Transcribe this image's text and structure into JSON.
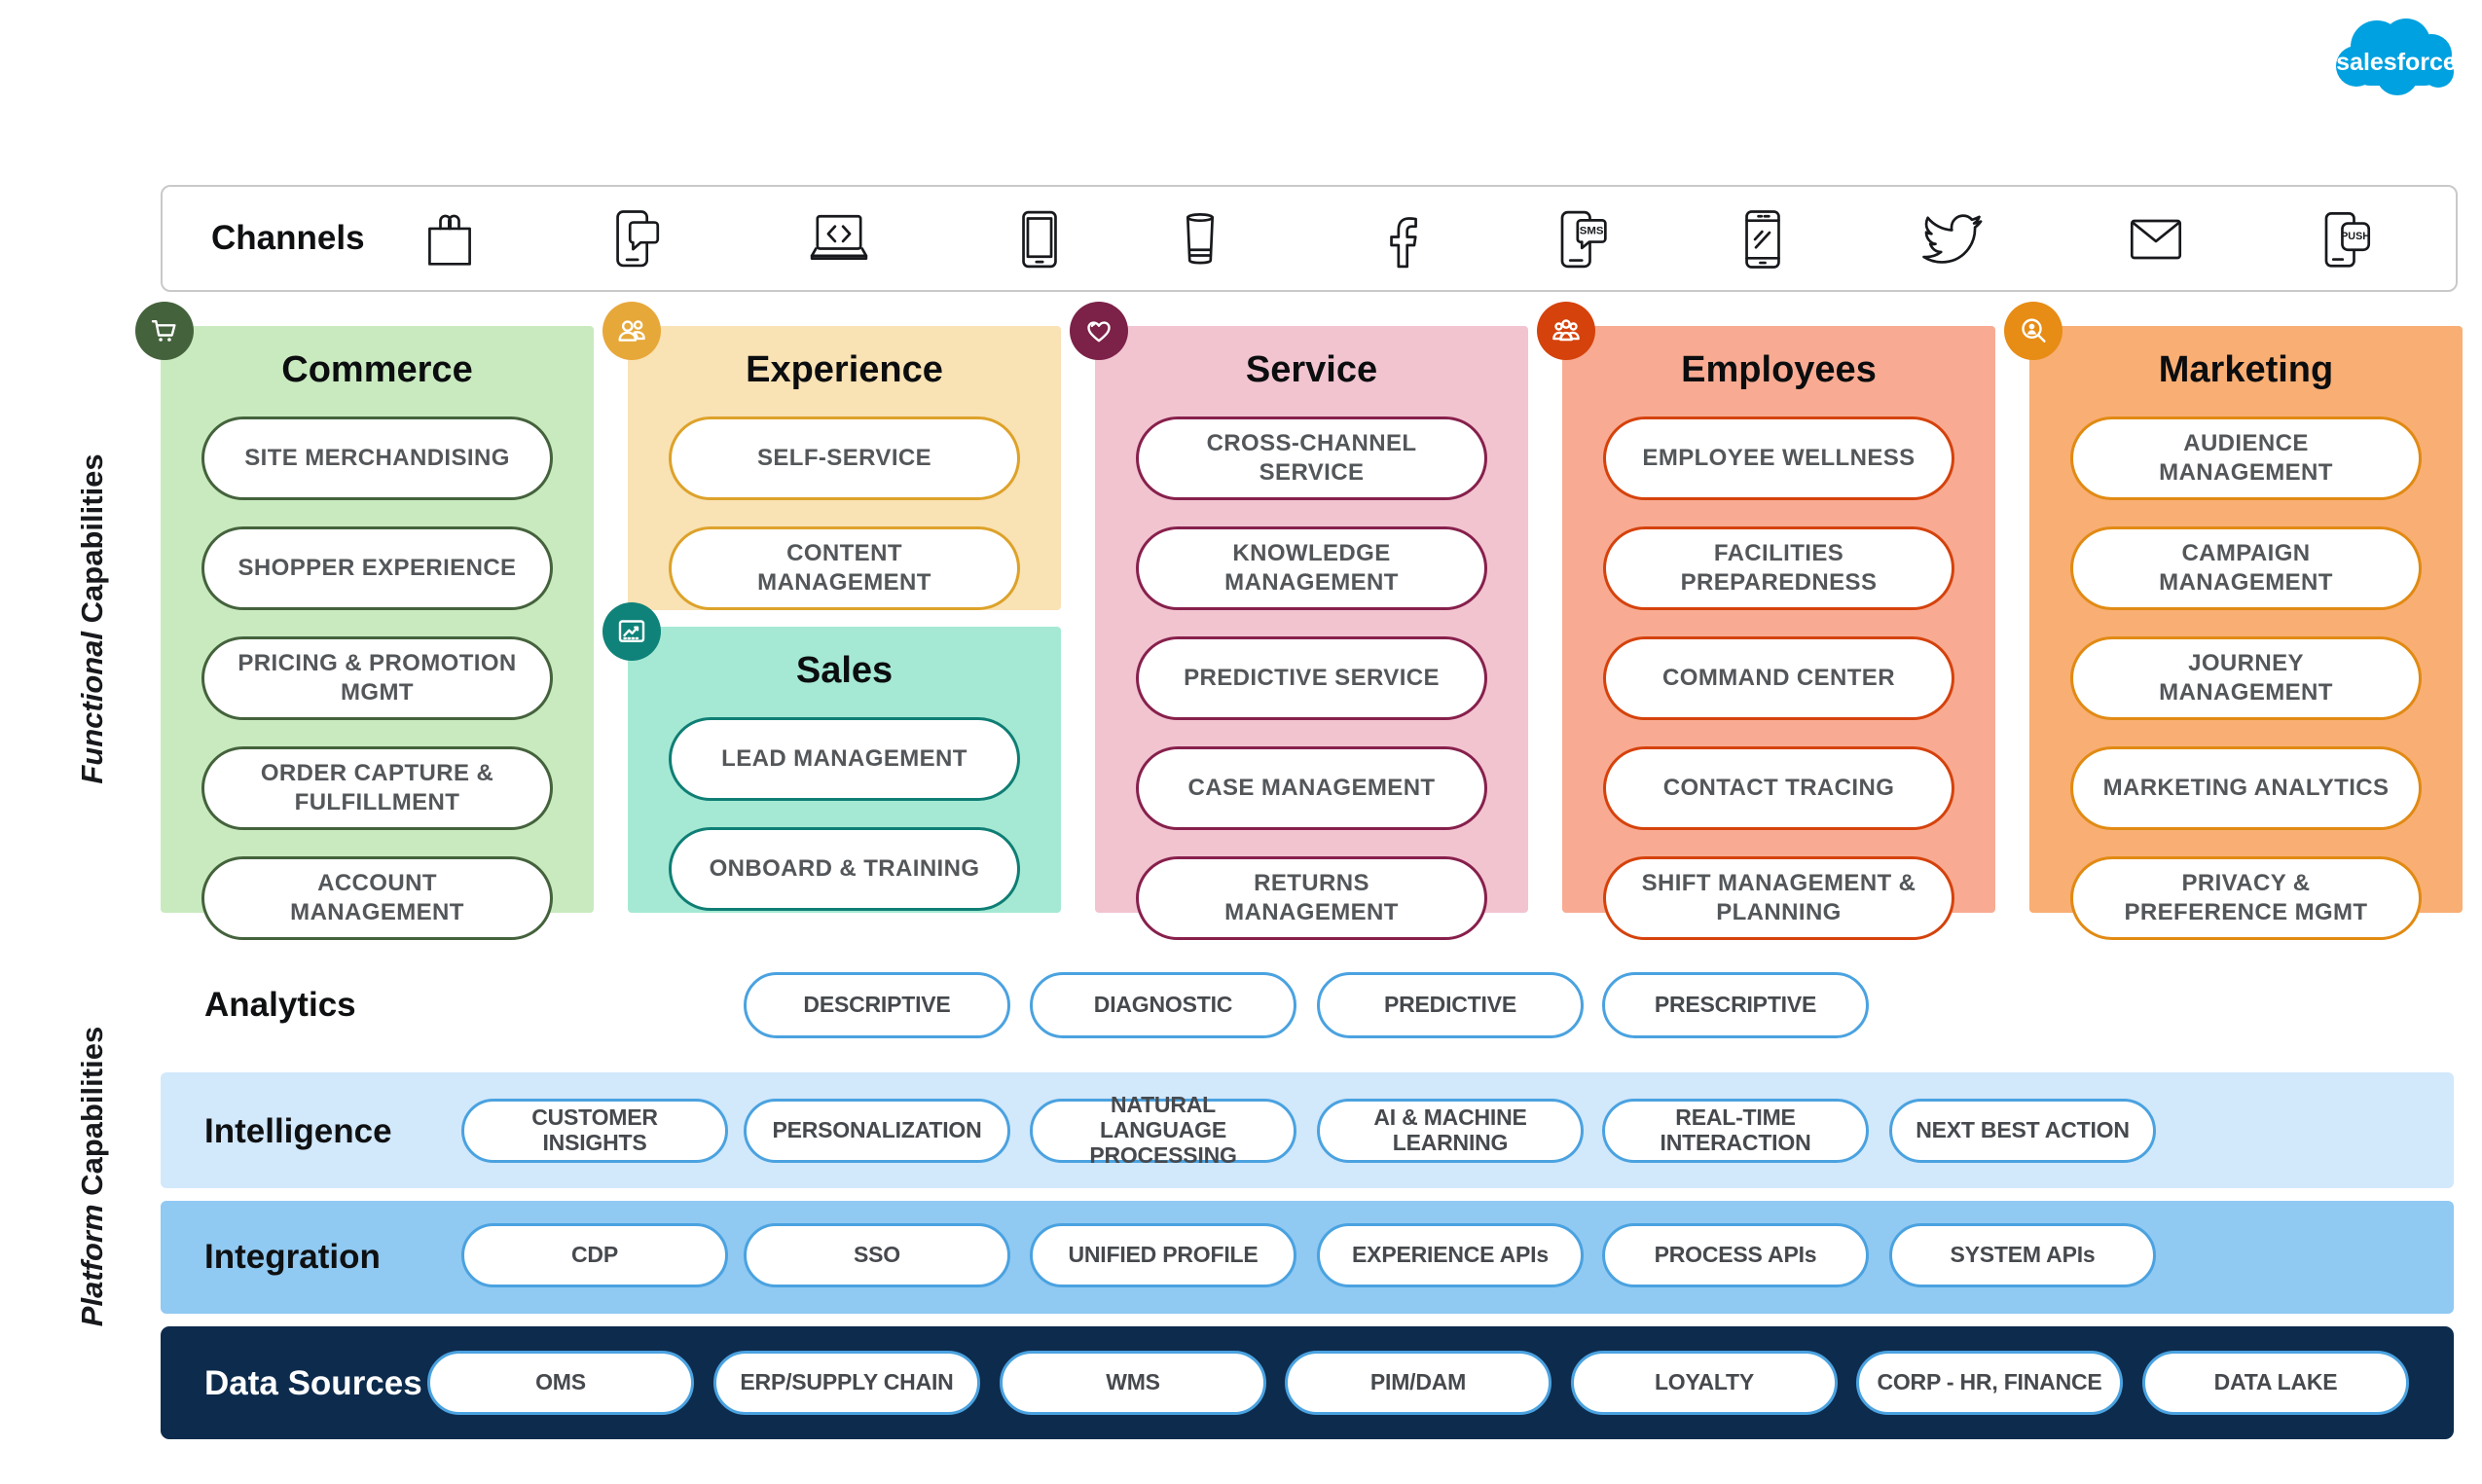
{
  "brand": {
    "logo_text": "salesforce",
    "logo_color": "#00A1E0"
  },
  "channels": {
    "label": "Channels",
    "icons": [
      {
        "name": "shopping-bag-icon"
      },
      {
        "name": "mobile-chat-icon"
      },
      {
        "name": "laptop-code-icon"
      },
      {
        "name": "tablet-icon"
      },
      {
        "name": "smart-speaker-icon"
      },
      {
        "name": "facebook-icon"
      },
      {
        "name": "sms-icon"
      },
      {
        "name": "mobile-device-icon"
      },
      {
        "name": "twitter-icon"
      },
      {
        "name": "email-icon"
      },
      {
        "name": "push-notification-icon"
      }
    ]
  },
  "side_labels": {
    "functional": {
      "italic": "Functional",
      "rest": "Capabilities"
    },
    "platform": {
      "italic": "Platform",
      "rest": "Capabilities"
    }
  },
  "functional_columns": [
    {
      "title": "Commerce",
      "badge_icon": "shopping-cart-icon",
      "bg": "#c9eabf",
      "accent": "#44623c",
      "items": [
        "SITE MERCHANDISING",
        "SHOPPER EXPERIENCE",
        "PRICING & PROMOTION MGMT",
        "ORDER CAPTURE & FULFILLMENT",
        "ACCOUNT MANAGEMENT"
      ]
    },
    {
      "title": "Experience",
      "badge_icon": "community-people-icon",
      "bg": "#f9e2b4",
      "accent": "#dda22a",
      "items": [
        "SELF-SERVICE",
        "CONTENT MANAGEMENT"
      ]
    },
    {
      "title": "Sales",
      "badge_icon": "growth-chart-icon",
      "bg": "#a5e9d4",
      "accent": "#0f7e74",
      "items": [
        "LEAD MANAGEMENT",
        "ONBOARD & TRAINING"
      ]
    },
    {
      "title": "Service",
      "badge_icon": "heart-icon",
      "bg": "#f2c4d0",
      "accent": "#87204c",
      "items": [
        "CROSS-CHANNEL SERVICE",
        "KNOWLEDGE MANAGEMENT",
        "PREDICTIVE SERVICE",
        "CASE MANAGEMENT",
        "RETURNS MANAGEMENT"
      ]
    },
    {
      "title": "Employees",
      "badge_icon": "people-group-icon",
      "bg": "#f8ab92",
      "accent": "#d5420c",
      "items": [
        "EMPLOYEE WELLNESS",
        "FACILITIES PREPAREDNESS",
        "COMMAND CENTER",
        "CONTACT TRACING",
        "SHIFT MANAGEMENT & PLANNING"
      ]
    },
    {
      "title": "Marketing",
      "badge_icon": "audience-search-icon",
      "bg": "#f9ae74",
      "accent": "#e18a13",
      "items": [
        "AUDIENCE MANAGEMENT",
        "CAMPAIGN MANAGEMENT",
        "JOURNEY MANAGEMENT",
        "MARKETING ANALYTICS",
        "PRIVACY & PREFERENCE MGMT"
      ]
    }
  ],
  "platform_rows": [
    {
      "label": "Analytics",
      "items": [
        "DESCRIPTIVE",
        "DIAGNOSTIC",
        "PREDICTIVE",
        "PRESCRIPTIVE"
      ]
    },
    {
      "label": "Intelligence",
      "items": [
        "CUSTOMER INSIGHTS",
        "PERSONALIZATION",
        "NATURAL LANGUAGE PROCESSING",
        "AI & MACHINE LEARNING",
        "REAL-TIME INTERACTION",
        "NEXT BEST ACTION"
      ]
    },
    {
      "label": "Integration",
      "items": [
        "CDP",
        "SSO",
        "UNIFIED PROFILE",
        "EXPERIENCE APIs",
        "PROCESS APIs",
        "SYSTEM APIs"
      ]
    },
    {
      "label": "Data Sources",
      "items": [
        "OMS",
        "ERP/SUPPLY CHAIN",
        "WMS",
        "PIM/DAM",
        "LOYALTY",
        "CORP - HR, FINANCE",
        "DATA LAKE"
      ]
    }
  ],
  "colors": {
    "platform_pill_border": "#4aa2e0",
    "intelligence_band": "#d2e8fb",
    "integration_band": "#90c9f2",
    "datasources_band": "#0d2b4d"
  }
}
